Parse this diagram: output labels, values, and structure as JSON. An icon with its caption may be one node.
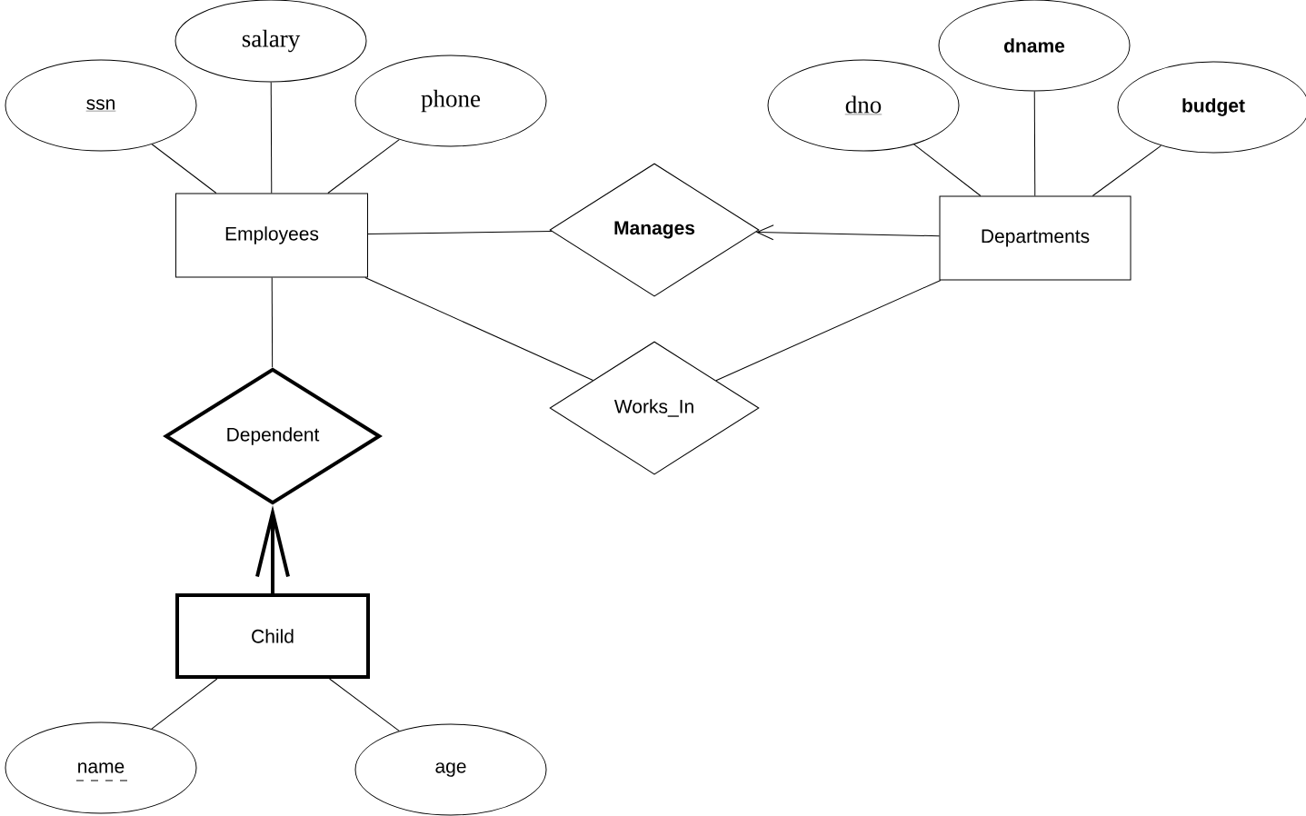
{
  "diagram": {
    "nodes": [
      {
        "text": [
          "ssn"
        ]
      },
      {
        "text": [
          "salary"
        ]
      },
      {
        "text": [
          "phone"
        ]
      },
      {
        "text": [
          "Employees"
        ]
      },
      {
        "text": [
          "Manages"
        ]
      },
      {
        "text": [
          "Works_In"
        ]
      },
      {
        "text": [
          "dno"
        ]
      },
      {
        "text": [
          "dname"
        ]
      },
      {
        "text": [
          "budget"
        ]
      },
      {
        "text": [
          "Departments"
        ]
      },
      {
        "text": [
          "Dependent"
        ]
      },
      {
        "text": [
          "Child"
        ]
      },
      {
        "text": [
          "name"
        ]
      },
      {
        "text": [
          "age"
        ]
      }
    ],
    "edges": [
      {
        "from": 0,
        "to": 3,
        "arrow": "none"
      },
      {
        "from": 1,
        "to": 3,
        "arrow": "none"
      },
      {
        "from": 2,
        "to": 3,
        "arrow": "none"
      },
      {
        "from": 3,
        "to": 4,
        "arrow": "none"
      },
      {
        "from": 9,
        "to": 4,
        "arrow": "to"
      },
      {
        "from": 3,
        "to": 5,
        "arrow": "none"
      },
      {
        "from": 5,
        "to": 9,
        "arrow": "none"
      },
      {
        "from": 6,
        "to": 9,
        "arrow": "none"
      },
      {
        "from": 7,
        "to": 9,
        "arrow": "none"
      },
      {
        "from": 8,
        "to": 9,
        "arrow": "none"
      },
      {
        "from": 3,
        "to": 10,
        "arrow": "none"
      },
      {
        "from": 11,
        "to": 10,
        "arrow": "to",
        "style": "thick"
      },
      {
        "from": 12,
        "to": 11,
        "arrow": "none"
      },
      {
        "from": 13,
        "to": 11,
        "arrow": "none"
      }
    ]
  }
}
